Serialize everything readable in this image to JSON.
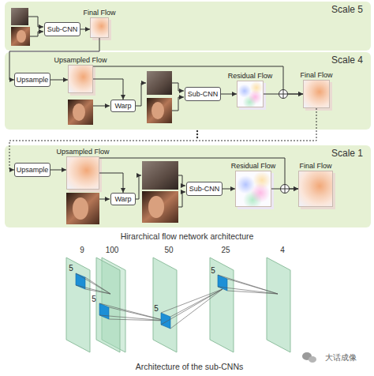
{
  "diagram": {
    "nodes": [
      {
        "text": [
          "Scale 5"
        ]
      },
      {
        "text": [
          "Sub-CNN"
        ],
        "in": 0
      },
      {
        "text": [
          "Final Flow"
        ],
        "in": 0
      },
      {
        "text": [
          "Scale 4"
        ]
      },
      {
        "text": [
          "Upsample"
        ],
        "in": 3
      },
      {
        "text": [
          "Upsampled Flow"
        ],
        "in": 3
      },
      {
        "text": [
          "Warp"
        ],
        "in": 3
      },
      {
        "text": [
          "Sub-CNN"
        ],
        "in": 3
      },
      {
        "text": [
          "Residual Flow"
        ],
        "in": 3
      },
      {
        "text": [
          "Final Flow"
        ],
        "in": 3
      },
      {
        "text": [
          "Scale 1"
        ]
      },
      {
        "text": [
          "Upsample"
        ],
        "in": 10
      },
      {
        "text": [
          "Upsampled Flow"
        ],
        "in": 10
      },
      {
        "text": [
          "Warp"
        ],
        "in": 10
      },
      {
        "text": [
          "Sub-CNN"
        ],
        "in": 10
      },
      {
        "text": [
          "Residual Flow"
        ],
        "in": 10
      },
      {
        "text": [
          "Final Flow"
        ],
        "in": 10
      }
    ],
    "edges": [
      {
        "from": 1,
        "to": 2,
        "arrow": "to"
      },
      {
        "from": 2,
        "to": 4,
        "arrow": "to"
      },
      {
        "from": 4,
        "to": 5,
        "arrow": "to"
      },
      {
        "from": 5,
        "to": 6,
        "arrow": "to"
      },
      {
        "from": 7,
        "to": 8,
        "arrow": "to"
      },
      {
        "from": 8,
        "to": 9,
        "arrow": "to"
      },
      {
        "from": 5,
        "to": 9,
        "arrow": "to"
      },
      {
        "from": 9,
        "to": 11,
        "arrow": "to"
      },
      {
        "from": 11,
        "to": 12,
        "arrow": "to"
      },
      {
        "from": 12,
        "to": 13,
        "arrow": "to"
      },
      {
        "from": 14,
        "to": 15,
        "arrow": "to"
      },
      {
        "from": 15,
        "to": 16,
        "arrow": "to"
      },
      {
        "from": 12,
        "to": 16,
        "arrow": "to"
      }
    ],
    "labels": [
      "Hirarchical flow network architecture",
      "9",
      "100",
      "50",
      "25",
      "4",
      "5",
      "5",
      "5",
      "5",
      "Architecture of the sub-CNNs",
      "大话成像"
    ]
  }
}
